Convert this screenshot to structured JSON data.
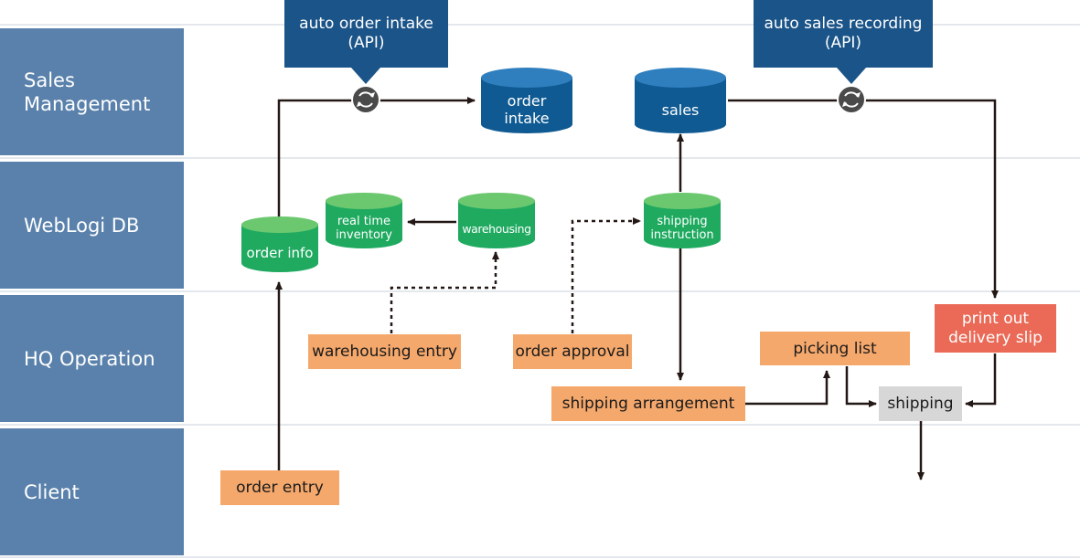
{
  "lanes": {
    "sales_management": "Sales\nManagement",
    "weblogi_db": "WebLogi DB",
    "hq_operation": "HQ Operation",
    "client": "Client"
  },
  "api": {
    "order_intake": "auto order intake\n(API)",
    "sales_recording": "auto sales recording\n(API)"
  },
  "databases": {
    "order_intake": "order\nintake",
    "sales": "sales",
    "order_info": "order info",
    "real_time_inventory": "real time\ninventory",
    "warehousing": "warehousing",
    "shipping_instruction": "shipping\ninstruction"
  },
  "tasks": {
    "warehousing_entry": "warehousing entry",
    "order_approval": "order approval",
    "shipping_arrangement": "shipping arrangement",
    "picking_list": "picking list",
    "print_delivery_slip": "print out\ndelivery slip",
    "shipping": "shipping",
    "order_entry": "order entry"
  },
  "colors": {
    "lane": "#5a81ab",
    "api": "#1b5488",
    "db_blue": "#0f5a92",
    "db_green": "#1faa60",
    "task_orange": "#f5a86c",
    "task_red": "#ea6a57",
    "task_gray": "#d7d7d7",
    "sync_icon": "#4a4a4a"
  }
}
